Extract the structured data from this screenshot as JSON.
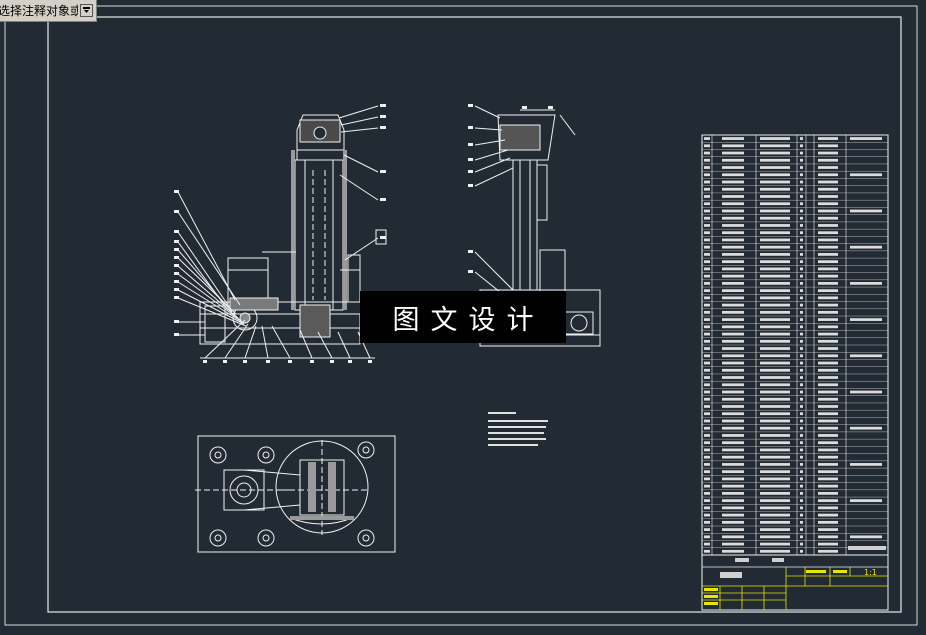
{
  "prompt": {
    "text": "选择注释对象或",
    "button_icon": "dropdown-arrow-icon"
  },
  "watermark": {
    "text": "图文设计"
  },
  "title_block": {
    "scale": "1:1"
  },
  "colors": {
    "background": "#222b33",
    "frame": "#e8e8e8",
    "geometry": "#f0f0f0",
    "table_yellow": "#e6e600",
    "watermark_bg": "#000000"
  }
}
